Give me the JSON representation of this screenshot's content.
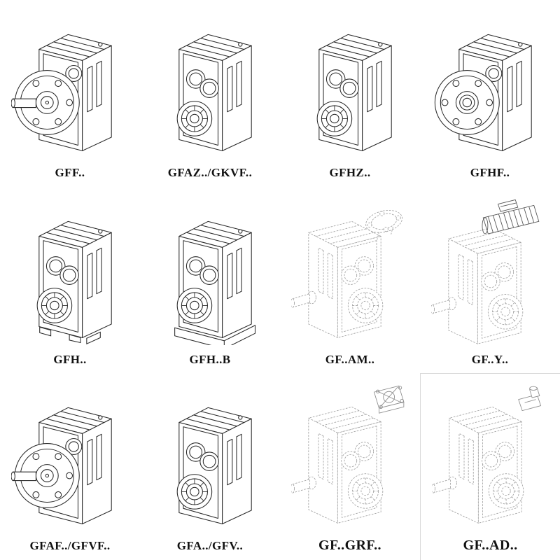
{
  "page": {
    "background": "#ffffff",
    "description": "Catalog sheet of parallel shaft helical gearbox mounting variants"
  },
  "colors": {
    "line": "#2a2a2a",
    "ghost_line": "#a3a3a3",
    "label_text": "#111111",
    "cell_border": "#d9d9d9"
  },
  "grid": {
    "columns": 4,
    "rows": 3,
    "items": [
      {
        "label": "GFF..",
        "symbol": "flange-shaft",
        "style": "solid"
      },
      {
        "label": "GFAZ../GKVF..",
        "symbol": "bore",
        "style": "solid"
      },
      {
        "label": "GFHZ..",
        "symbol": "bore",
        "style": "solid"
      },
      {
        "label": "GFHF..",
        "symbol": "flange-hollow",
        "style": "solid"
      },
      {
        "label": "GFH..",
        "symbol": "bore-feet",
        "style": "solid"
      },
      {
        "label": "GFH..B",
        "symbol": "bore-base",
        "style": "solid"
      },
      {
        "label": "GF..AM..",
        "symbol": "dashed-am",
        "style": "ghost"
      },
      {
        "label": "GF..Y..",
        "symbol": "dashed-motor",
        "style": "ghost"
      },
      {
        "label": "GFAF../GFVF..",
        "symbol": "flange-shaft",
        "style": "solid"
      },
      {
        "label": "GFA../GFV..",
        "symbol": "bore",
        "style": "solid"
      },
      {
        "label": "GF..GRF..",
        "symbol": "dashed-grf",
        "style": "ghost"
      },
      {
        "label": "GF..AD..",
        "symbol": "dashed-ad",
        "style": "ghost"
      }
    ]
  }
}
